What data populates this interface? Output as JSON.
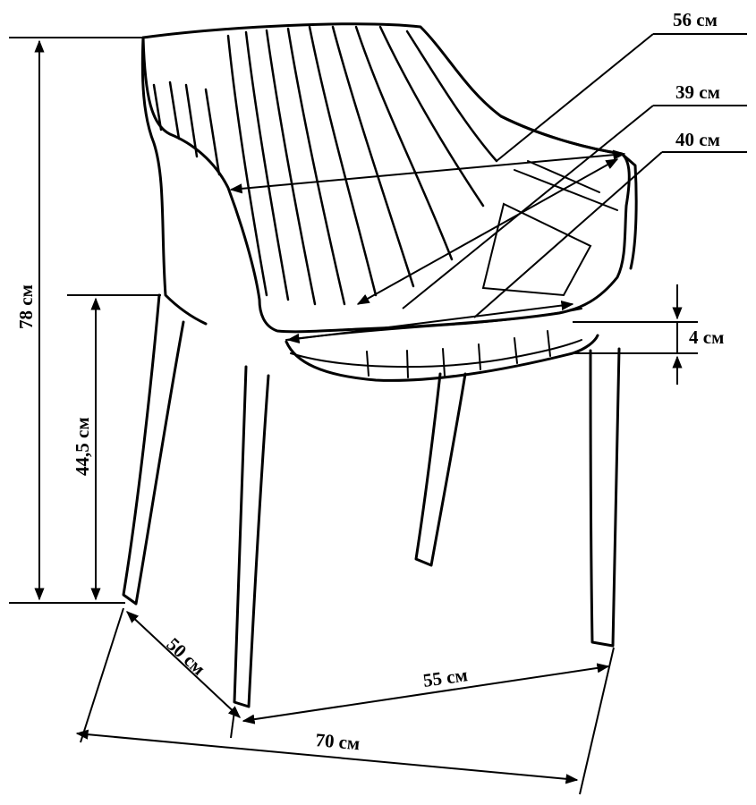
{
  "diagram": {
    "labels": {
      "total_height": "78 см",
      "seat_height": "44,5 см",
      "back_width": "56 см",
      "seat_depth": "39 см",
      "seat_width": "40 см",
      "seat_thickness": "4 см",
      "depth": "50 см",
      "front_width": "55 см",
      "overall_width": "70 см"
    }
  }
}
